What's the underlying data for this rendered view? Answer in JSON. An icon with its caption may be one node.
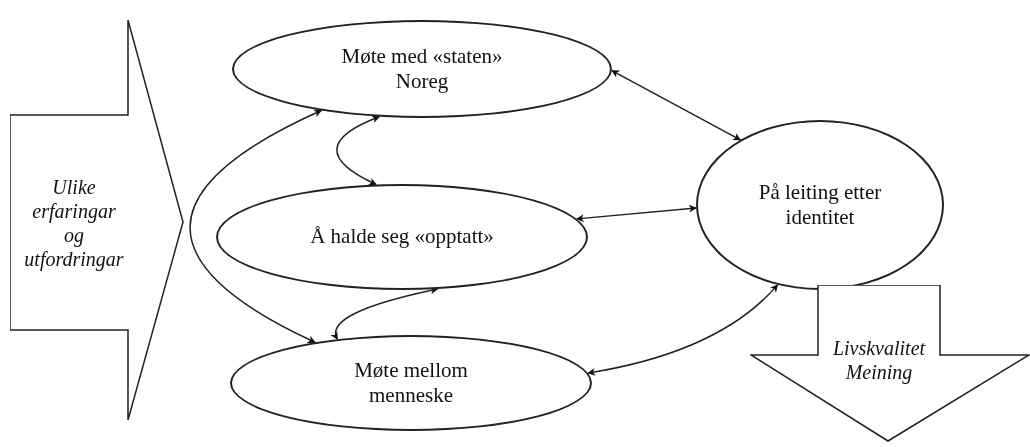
{
  "diagram": {
    "nodes": [
      {
        "text": [
          "Ulike erfaringar og utfordringar"
        ]
      },
      {
        "text": [
          "Møte med «staten» Noreg"
        ]
      },
      {
        "text": [
          "Å halde seg «opptatt»"
        ]
      },
      {
        "text": [
          "Møte mellom menneske"
        ]
      },
      {
        "text": [
          "På leiting etter identitet"
        ]
      },
      {
        "text": [
          "Livskvalitet Meining"
        ]
      }
    ],
    "edges": [
      {
        "from": 1,
        "to": 4,
        "arrow": "both"
      },
      {
        "from": 2,
        "to": 4,
        "arrow": "both"
      },
      {
        "from": 3,
        "to": 4,
        "arrow": "both"
      },
      {
        "from": 1,
        "to": 2,
        "arrow": "both"
      },
      {
        "from": 2,
        "to": 3,
        "arrow": "both"
      },
      {
        "from": 3,
        "to": 1,
        "arrow": "both"
      }
    ]
  }
}
